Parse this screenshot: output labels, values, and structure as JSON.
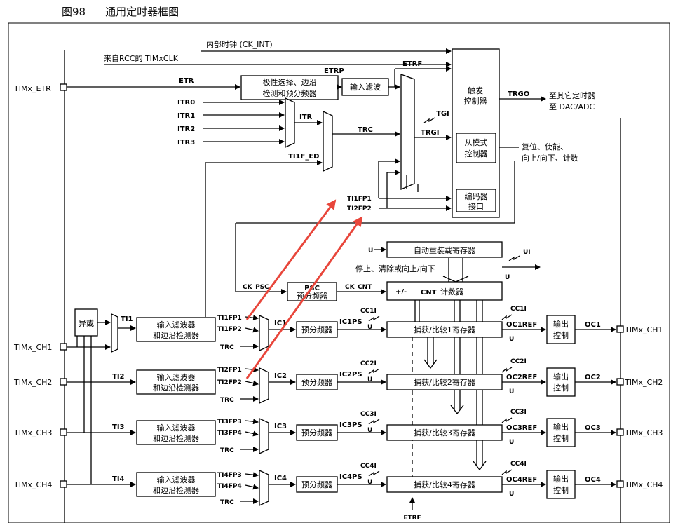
{
  "caption": {
    "number": "图98",
    "title": "通用定时器框图"
  },
  "colors": {
    "line": "#000000",
    "arrow": "#e8463b",
    "background": "#ffffff"
  },
  "clock": {
    "ck_int": "内部时钟 (CK_INT)",
    "rcc": "来自RCC的 TIMxCLK",
    "etr": "ETR",
    "etrp": "ETRP",
    "etrf": "ETRF",
    "polarity_block": [
      "极性选择、边沿",
      "检测和预分频器"
    ],
    "input_filter": "输入滤波",
    "itr": [
      "ITR0",
      "ITR1",
      "ITR2",
      "ITR3"
    ],
    "itr_out": "ITR",
    "trc": "TRC",
    "trgi": "TRGI",
    "tgi": "TGI",
    "ti1f_ed": "TI1F_ED",
    "ti1fp1": "TI1FP1",
    "ti2fp2": "TI2FP2"
  },
  "controllers": {
    "trigger": [
      "触发",
      "控制器"
    ],
    "trgo": "TRGO",
    "trgo_dest": [
      "至其它定时器",
      "至 DAC/ADC"
    ],
    "slave": [
      "从模式",
      "控制器"
    ],
    "slave_out": [
      "复位、使能、",
      "向上/向下、计数"
    ],
    "encoder": [
      "编码器",
      "接口"
    ]
  },
  "counter": {
    "arr": "自动重装载寄存器",
    "u": "U",
    "ui": "UI",
    "stop": "停止、清除或向上/向下",
    "ck_psc": "CK_PSC",
    "psc_top": "PSC",
    "psc": "预分频器",
    "ck_cnt": "CK_CNT",
    "updown": "+/-",
    "cnt": "CNT",
    "cnt_label": "计数器"
  },
  "xor_label": "异或",
  "channels": [
    {
      "pin": "TIMx_CH1",
      "ti": "TI1",
      "filter": [
        "输入滤波器",
        "和边沿检测器"
      ],
      "fp": [
        "TI1FP1",
        "TI1FP2"
      ],
      "ic": "IC1",
      "icps": "IC1PS",
      "cci": "CC1I",
      "ccr": "捕获/比较1寄存器",
      "ocref": "OC1REF",
      "oc": "OC1",
      "out_pin": "TIMx_CH1"
    },
    {
      "pin": "TIMx_CH2",
      "ti": "TI2",
      "filter": [
        "输入滤波器",
        "和边沿检测器"
      ],
      "fp": [
        "TI2FP1",
        "TI2FP2"
      ],
      "ic": "IC2",
      "icps": "IC2PS",
      "cci": "CC2I",
      "ccr": "捕获/比较2寄存器",
      "ocref": "OC2REF",
      "oc": "OC2",
      "out_pin": "TIMx_CH2"
    },
    {
      "pin": "TIMx_CH3",
      "ti": "TI3",
      "filter": [
        "输入滤波器",
        "和边沿检测器"
      ],
      "fp": [
        "TI3FP3",
        "TI3FP4"
      ],
      "ic": "IC3",
      "icps": "IC3PS",
      "cci": "CC3I",
      "ccr": "捕获/比较3寄存器",
      "ocref": "OC3REF",
      "oc": "OC3",
      "out_pin": "TIMx_CH3"
    },
    {
      "pin": "TIMx_CH4",
      "ti": "TI4",
      "filter": [
        "输入滤波器",
        "和边沿检测器"
      ],
      "fp": [
        "TI4FP3",
        "TI4FP4"
      ],
      "ic": "IC4",
      "icps": "IC4PS",
      "cci": "CC4I",
      "ccr": "捕获/比较4寄存器",
      "ocref": "OC4REF",
      "oc": "OC4",
      "out_pin": "TIMx_CH4"
    }
  ],
  "prescaler": "预分频器",
  "output_ctrl": [
    "输出",
    "控制"
  ],
  "etr_pin": "TIMx_ETR",
  "etrf_bottom": "ETRF"
}
